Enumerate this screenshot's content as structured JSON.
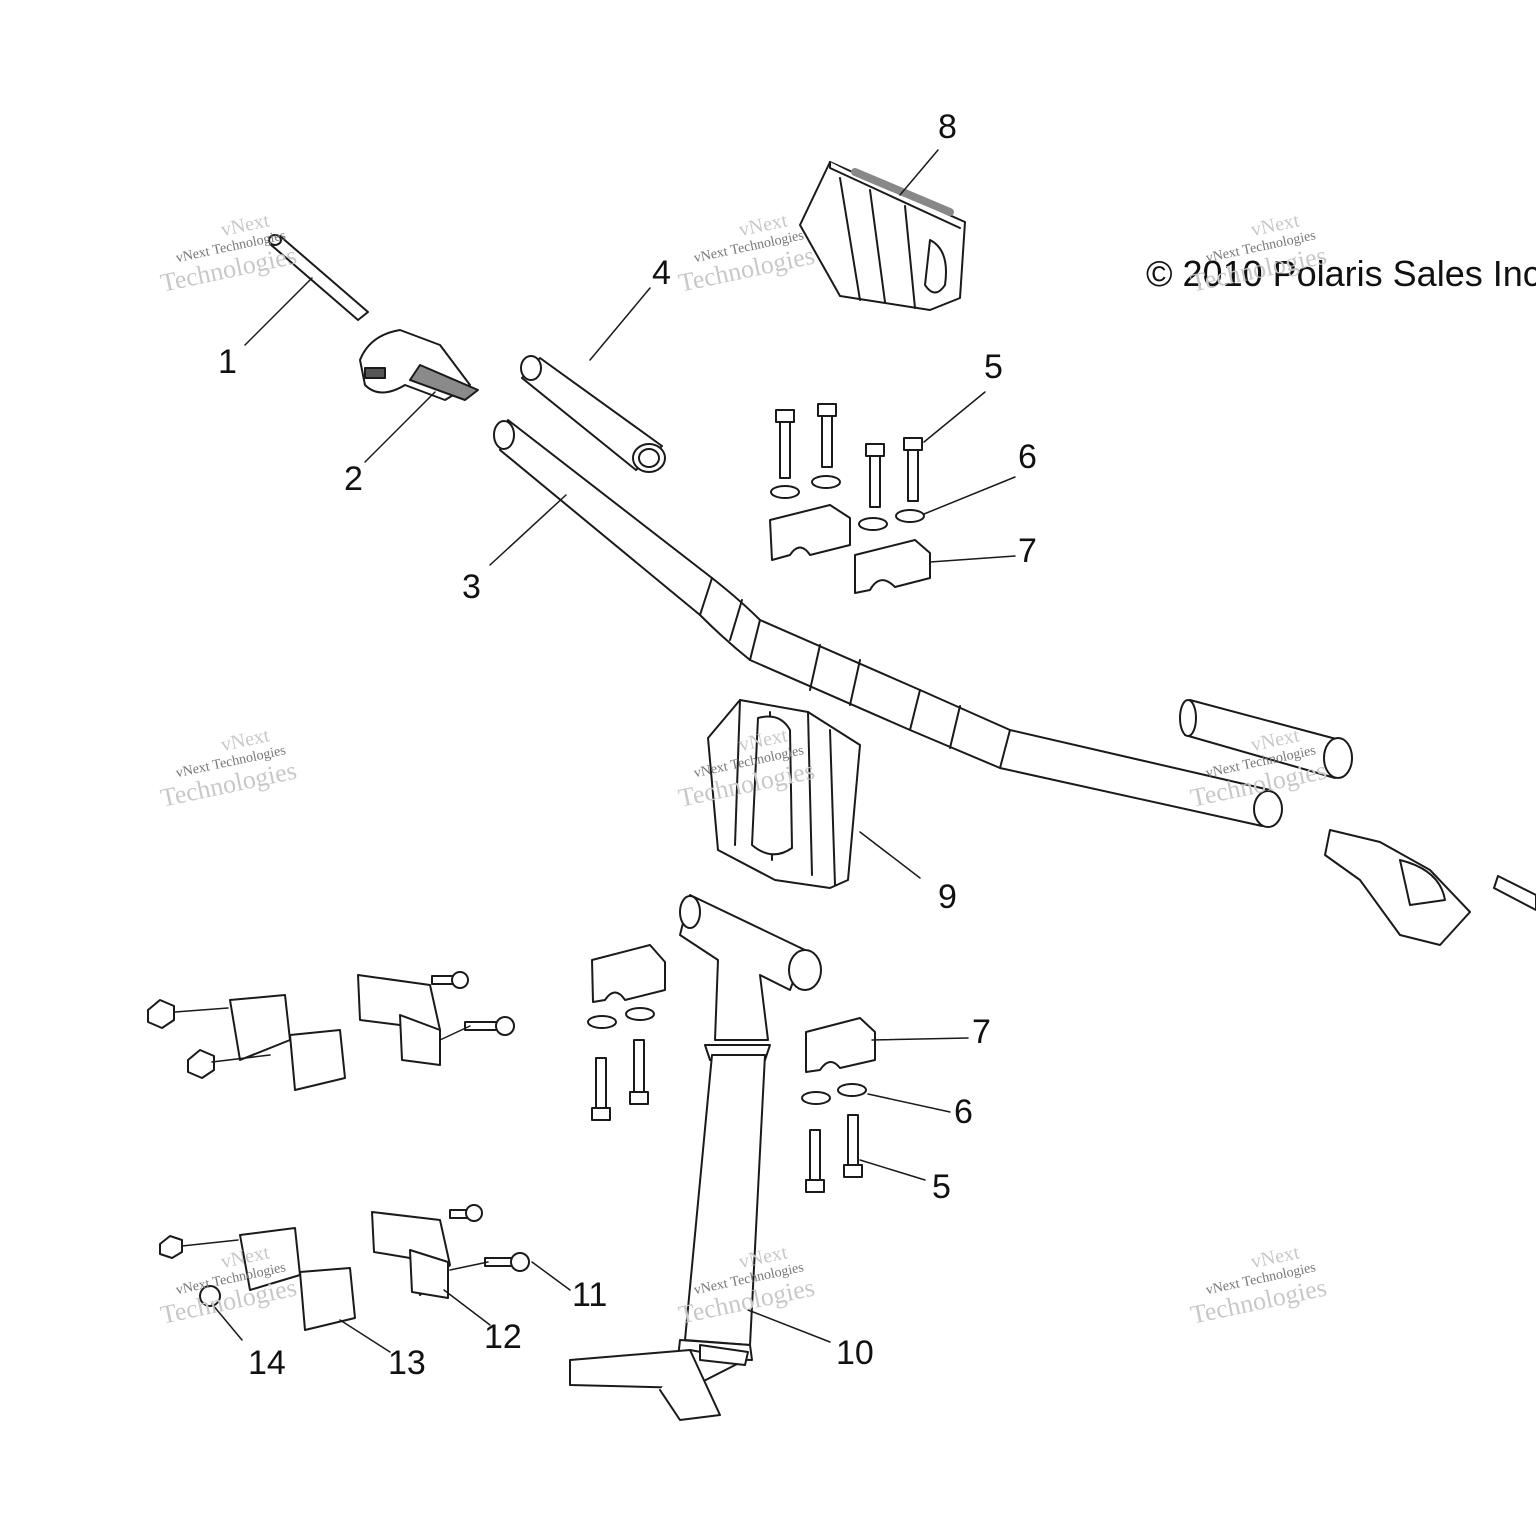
{
  "copyright": "© 2010 Polaris Sales Inc",
  "watermark": {
    "line1": "vNext",
    "line2": "vNext Technologies",
    "line3": "Technologies"
  },
  "callouts": [
    "1",
    "2",
    "3",
    "4",
    "5",
    "6",
    "7",
    "8",
    "9",
    "10",
    "11",
    "12",
    "13",
    "14",
    "5",
    "6",
    "7"
  ],
  "colors": {
    "line": "#1a1a1a",
    "fill": "#ffffff",
    "shade": "#8a8a8a",
    "watermark": "#c8c8c8"
  }
}
